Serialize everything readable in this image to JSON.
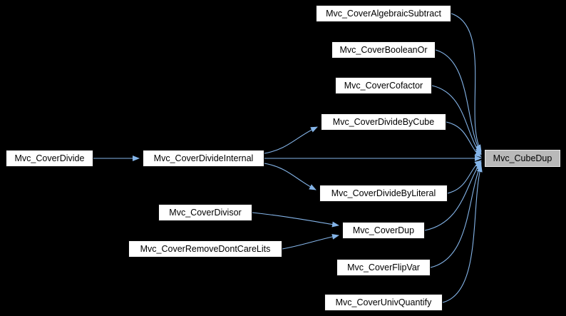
{
  "diagram": {
    "type": "call-graph",
    "highlighted_node": "Mvc_CubeDup",
    "nodes": [
      {
        "label": "Mvc_CoverAlgebraicSubtract"
      },
      {
        "label": "Mvc_CoverBooleanOr"
      },
      {
        "label": "Mvc_CoverCofactor"
      },
      {
        "label": "Mvc_CoverDivideByCube"
      },
      {
        "label": "Mvc_CoverDivide"
      },
      {
        "label": "Mvc_CoverDivideInternal"
      },
      {
        "label": "Mvc_CubeDup"
      },
      {
        "label": "Mvc_CoverDivideByLiteral"
      },
      {
        "label": "Mvc_CoverDivisor"
      },
      {
        "label": "Mvc_CoverDup"
      },
      {
        "label": "Mvc_CoverRemoveDontCareLits"
      },
      {
        "label": "Mvc_CoverFlipVar"
      },
      {
        "label": "Mvc_CoverUnivQuantify"
      }
    ],
    "edges": [
      {
        "from": "Mvc_CoverAlgebraicSubtract",
        "to": "Mvc_CubeDup"
      },
      {
        "from": "Mvc_CoverBooleanOr",
        "to": "Mvc_CubeDup"
      },
      {
        "from": "Mvc_CoverCofactor",
        "to": "Mvc_CubeDup"
      },
      {
        "from": "Mvc_CoverDivideByCube",
        "to": "Mvc_CubeDup"
      },
      {
        "from": "Mvc_CoverDivideInternal",
        "to": "Mvc_CubeDup"
      },
      {
        "from": "Mvc_CoverDivideByLiteral",
        "to": "Mvc_CubeDup"
      },
      {
        "from": "Mvc_CoverDup",
        "to": "Mvc_CubeDup"
      },
      {
        "from": "Mvc_CoverFlipVar",
        "to": "Mvc_CubeDup"
      },
      {
        "from": "Mvc_CoverUnivQuantify",
        "to": "Mvc_CubeDup"
      },
      {
        "from": "Mvc_CoverDivide",
        "to": "Mvc_CoverDivideInternal"
      },
      {
        "from": "Mvc_CoverDivideInternal",
        "to": "Mvc_CoverDivideByCube"
      },
      {
        "from": "Mvc_CoverDivideInternal",
        "to": "Mvc_CoverDivideByLiteral"
      },
      {
        "from": "Mvc_CoverDivisor",
        "to": "Mvc_CoverDup"
      },
      {
        "from": "Mvc_CoverRemoveDontCareLits",
        "to": "Mvc_CoverDup"
      }
    ],
    "colors": {
      "background": "#000000",
      "node_fill": "#ffffff",
      "node_text": "#000000",
      "highlight_fill": "#b9b9b9",
      "edge": "#84b4e8"
    }
  }
}
